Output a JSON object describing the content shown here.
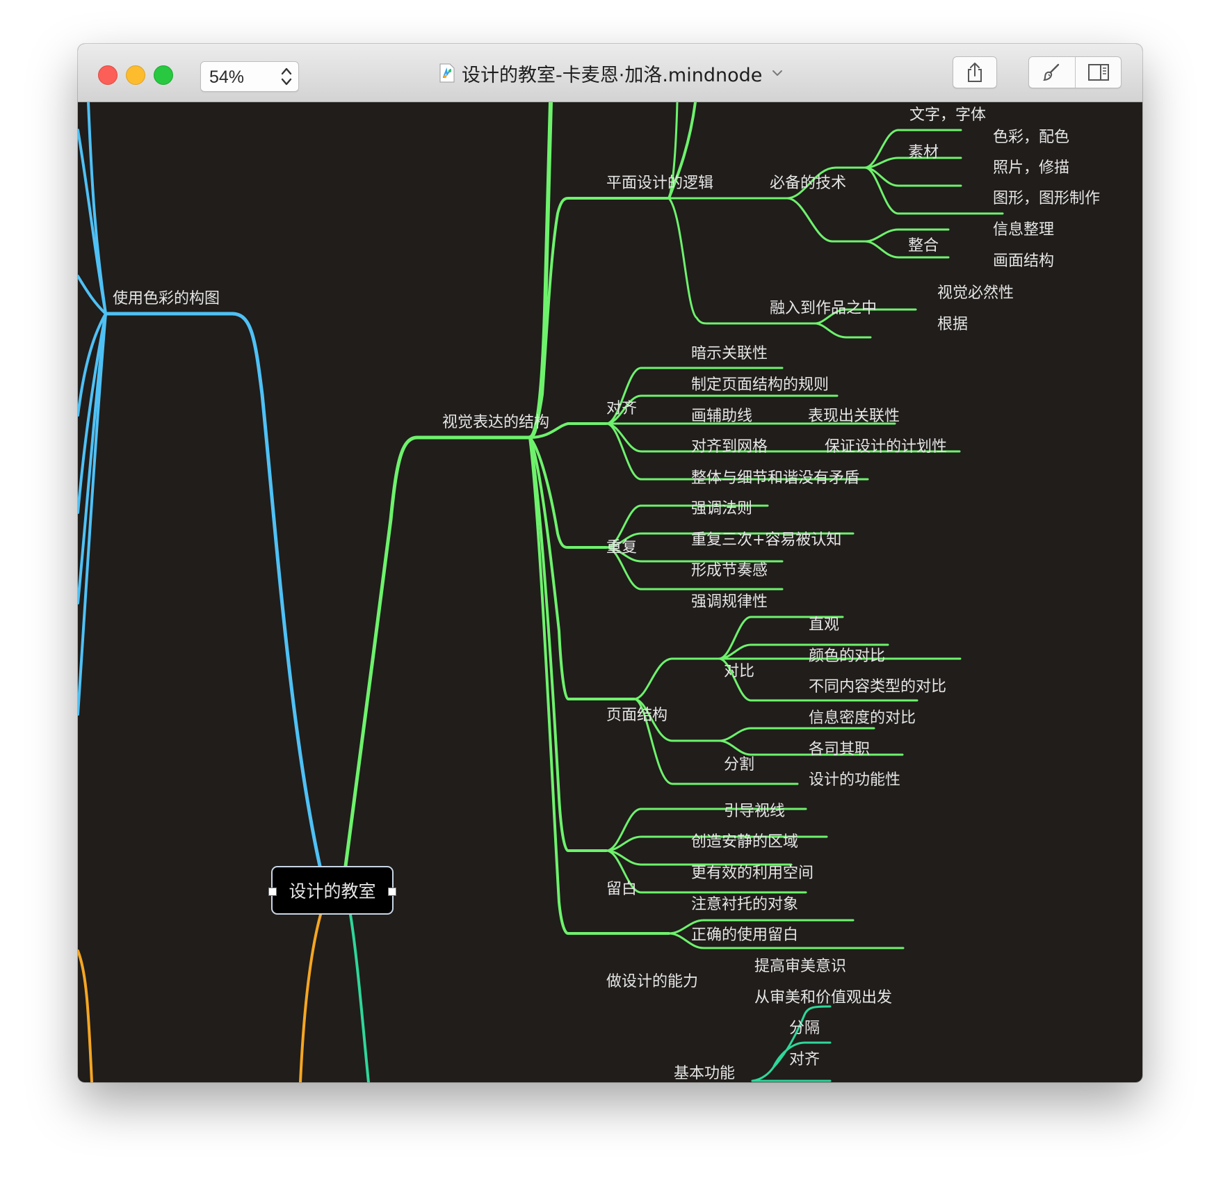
{
  "window": {
    "title": "设计的教室-卡麦恩·加洛.mindnode",
    "zoom": "54%",
    "toolbar": {
      "share": "share-icon",
      "style": "brush-icon",
      "sidebar": "sidebar-icon"
    }
  },
  "mindmap": {
    "root": "设计的教室",
    "left_branch": "使用色彩的构图",
    "main_branch": "视觉表达的结构",
    "colors": {
      "green": "#6ef26c",
      "blue": "#4fc1f5",
      "orange": "#f5a623",
      "teal": "#2fd79b",
      "text": "#e6e6e6",
      "canvas": "#201d1b"
    },
    "nodes": {
      "top_partial": "文字，字体",
      "planar_logic": "平面设计的逻辑",
      "skills": "必备的技术",
      "material": "素材",
      "colors": "色彩，配色",
      "photos": "照片，修描",
      "graphics": "图形，图形制作",
      "integrate": "整合",
      "info_sort": "信息整理",
      "frame_struct": "画面结构",
      "into_work": "融入到作品之中",
      "visual_necessity": "视觉必然性",
      "basis": "根据",
      "align": "对齐",
      "imply_relation": "暗示关联性",
      "page_rules": "制定页面结构的规则",
      "guides": "画辅助线",
      "show_relation": "表现出关联性",
      "grid_align": "对齐到网格",
      "plan_design": "保证设计的计划性",
      "harmony": "整体与细节和谐没有矛盾",
      "repeat": "重复",
      "emphasize_rule": "强调法则",
      "three_times": "重复三次+容易被认知",
      "rhythm": "形成节奏感",
      "regularity": "强调规律性",
      "page_struct": "页面结构",
      "contrast": "对比",
      "intuitive": "直观",
      "color_contrast": "颜色的对比",
      "content_contrast": "不同内容类型的对比",
      "density_contrast": "信息密度的对比",
      "split": "分割",
      "each_role": "各司其职",
      "function": "设计的功能性",
      "guide_sight": "引导视线",
      "whitespace": "留白",
      "quiet_area": "创造安静的区域",
      "use_space": "更有效的利用空间",
      "contrast_object": "注意衬托的对象",
      "correct_whitespace": "正确的使用留白",
      "ability": "做设计的能力",
      "aesthetic": "提高审美意识",
      "value": "从审美和价值观出发",
      "basic_function": "基本功能",
      "separate": "分隔",
      "align2": "对齐"
    }
  }
}
